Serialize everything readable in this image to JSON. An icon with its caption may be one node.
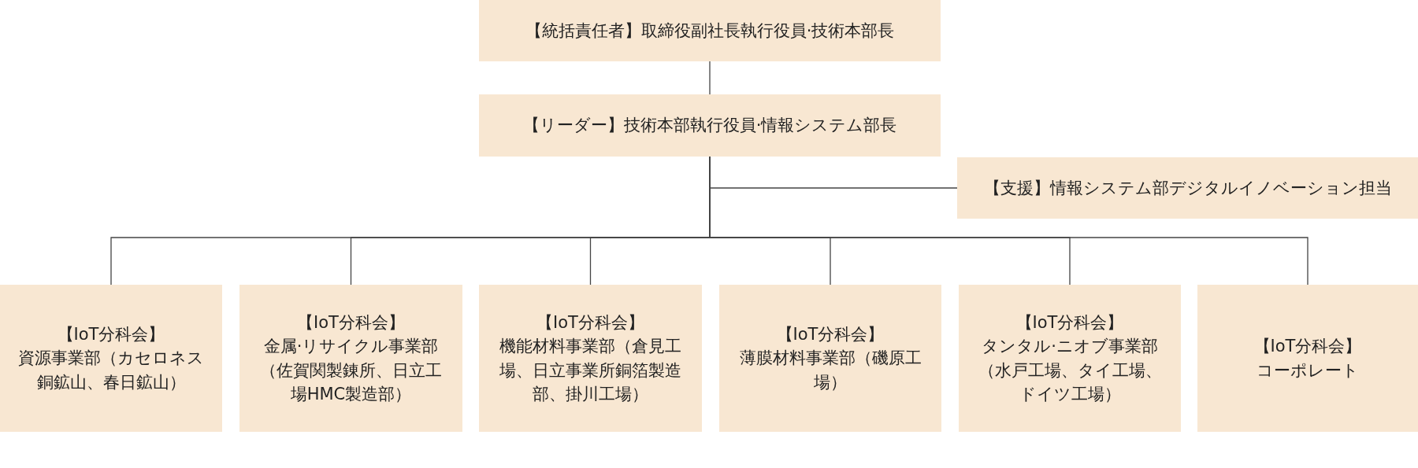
{
  "diagram": {
    "nodes": [
      {
        "text": [
          "【統括責任者】取締役副社長執行役員·技術本部長"
        ]
      },
      {
        "text": [
          "【リーダー】技術本部執行役員·情報システム部長"
        ]
      },
      {
        "text": [
          "【支援】情報システム部デジタルイノベーション担当"
        ]
      },
      {
        "text": [
          "【IoT分科会】",
          "資源事業部（カセロネス銅鉱山、春日鉱山）"
        ]
      },
      {
        "text": [
          "【IoT分科会】",
          "金属·リサイクル事業部（佐賀関製錬所、日立工場HMC製造部）"
        ]
      },
      {
        "text": [
          "【IoT分科会】",
          "機能材料事業部（倉見工場、日立事業所銅箔製造部、掛川工場）"
        ]
      },
      {
        "text": [
          "【IoT分科会】",
          "薄膜材料事業部（磯原工場）"
        ]
      },
      {
        "text": [
          "【IoT分科会】",
          "タンタル·ニオブ事業部（水戸工場、タイ工場、ドイツ工場）"
        ]
      },
      {
        "text": [
          "【IoT分科会】",
          "コーポレート"
        ]
      }
    ],
    "edges": [
      {
        "from": 0,
        "to": 1,
        "arrow": "none"
      },
      {
        "from": 1,
        "to": 2,
        "arrow": "none"
      },
      {
        "from": 1,
        "to": 3,
        "arrow": "none"
      },
      {
        "from": 1,
        "to": 4,
        "arrow": "none"
      },
      {
        "from": 1,
        "to": 5,
        "arrow": "none"
      },
      {
        "from": 1,
        "to": 6,
        "arrow": "none"
      },
      {
        "from": 1,
        "to": 7,
        "arrow": "none"
      },
      {
        "from": 1,
        "to": 8,
        "arrow": "none"
      }
    ]
  }
}
